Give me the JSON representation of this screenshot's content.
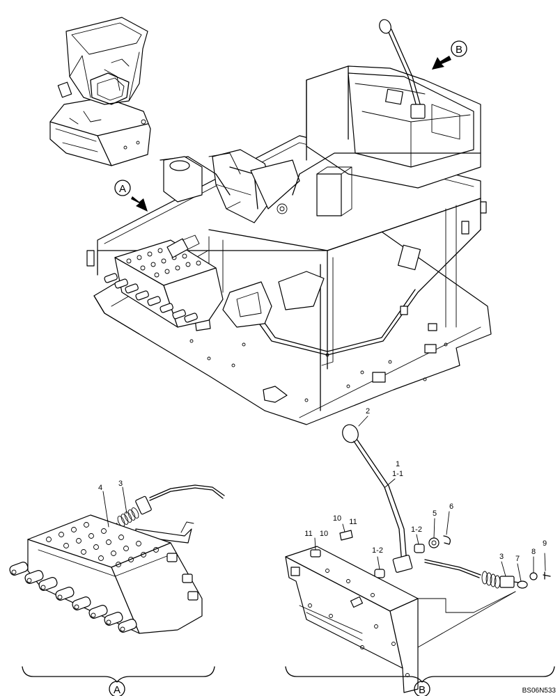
{
  "views": {
    "a": {
      "callout": "A",
      "view_label": "A"
    },
    "b": {
      "callout": "B",
      "view_label": "B"
    }
  },
  "part_labels": {
    "a_4": "4",
    "a_3": "3",
    "b_2": "2",
    "b_1": "1",
    "b_1_1": "1-1",
    "b_1_2_top": "1-2",
    "b_1_2_bottom": "1-2",
    "b_10_left": "10",
    "b_11_left": "11",
    "b_10_right": "10",
    "b_11_right": "11",
    "b_5": "5",
    "b_6": "6",
    "b_3": "3",
    "b_7": "7",
    "b_8": "8",
    "b_9": "9"
  },
  "drawing_code": "BS06N533"
}
